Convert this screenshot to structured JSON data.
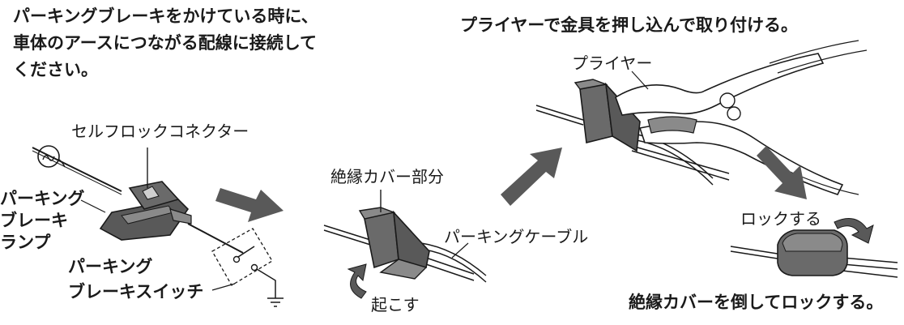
{
  "panel_parking": {
    "instruction": "パーキングブレーキをかけている時に、\n車体のアースにつながる配線に接続して\nください。",
    "label_connector": "セルフロックコネクター",
    "label_lamp": "パーキング\nブレーキ\nランプ",
    "label_switch": "パーキング\nブレーキスイッチ"
  },
  "panel_raise": {
    "label_cover_part": "絶縁カバー部分",
    "label_cable": "パーキングケーブル",
    "label_raise": "起こす"
  },
  "panel_press": {
    "instruction": "プライヤーで金具を押し込んで取り付ける。",
    "label_pliers": "プライヤー"
  },
  "panel_lock": {
    "label_lock": "ロックする",
    "instruction": "絶縁カバーを倒してロックする。"
  },
  "colors": {
    "line": "#1a1a1a",
    "dark_gray": "#595959",
    "mid_gray": "#8a8a8a",
    "light_gray": "#cfcfcf"
  }
}
